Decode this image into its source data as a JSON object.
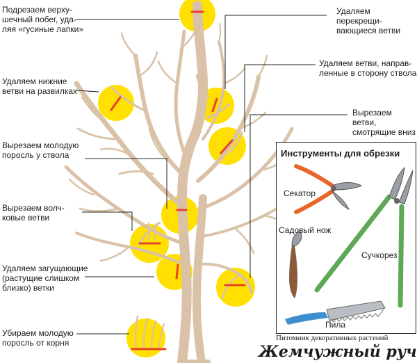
{
  "labels": {
    "top_shoot": "Подрезаем верху-\nшечный побег, уда-\nляя «гусиные лапки»",
    "lower_branches": "Удаляем нижние\nветви на развилках",
    "young_growth_trunk": "Вырезаем молодую\nпоросль у ствола",
    "water_sprouts": "Вырезаем волч-\nковые   ветви",
    "thickening": "Удаляем загущающие\n(растущие слишком\nблизко) ветки",
    "root_growth": "Убираем молодую\nпоросль от корня",
    "crossing": "Удаляем перекрещи-\nвающиеся ветви",
    "toward_trunk": "Удаляем ветви, направ-\nленные в сторону ствола",
    "downward": "Вырезаем ветви,\nсмотрящие вниз"
  },
  "tools": {
    "title": "Инструменты для обрезки",
    "secateur": "Секатор",
    "garden_knife": "Садовый нож",
    "lopper": "Сучкорез",
    "saw": "Пила"
  },
  "footer": {
    "caption": "Питомник декоративных растений",
    "brand": "Жемчужный ручей"
  },
  "colors": {
    "trunk": "#d9c2a7",
    "trunk_stroke": "#c4a98a",
    "cut_zone": "#ffe000",
    "cut_mark": "#e8412a",
    "pruner_handle": "#e8662a",
    "lopper_handle": "#5fa858",
    "saw_handle": "#3f8fd0",
    "knife_handle": "#8a5a3a"
  }
}
